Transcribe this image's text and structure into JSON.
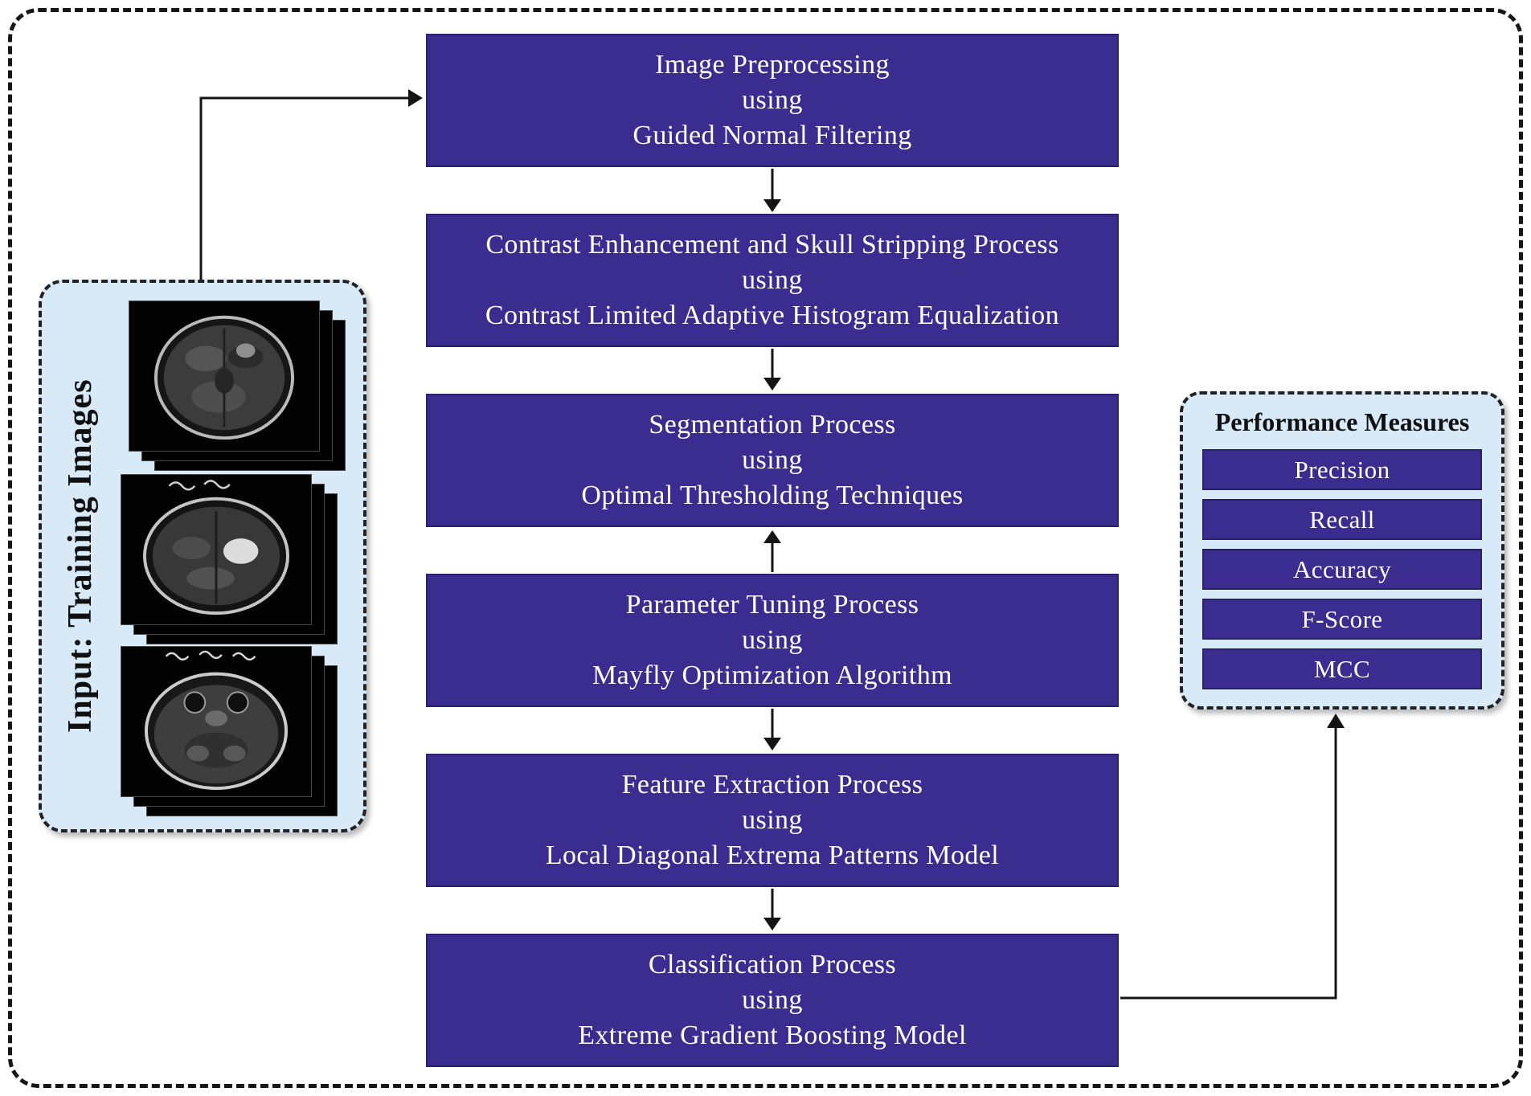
{
  "colors": {
    "process_box_fill": "#3b2c90",
    "process_box_text": "#ffffff",
    "panel_fill": "#d8e9f8",
    "line_color": "#141414"
  },
  "input_panel": {
    "label": "Input: Training Images",
    "images": [
      "brain-mri-scan-1",
      "brain-mri-scan-2",
      "brain-mri-scan-3"
    ]
  },
  "steps": [
    {
      "title": "Image Preprocessing",
      "connector": "using",
      "method": "Guided Normal Filtering"
    },
    {
      "title": "Contrast Enhancement and Skull Stripping Process",
      "connector": "using",
      "method": "Contrast Limited Adaptive Histogram Equalization"
    },
    {
      "title": "Segmentation Process",
      "connector": "using",
      "method": "Optimal Thresholding Techniques"
    },
    {
      "title": "Parameter Tuning Process",
      "connector": "using",
      "method": "Mayfly Optimization Algorithm"
    },
    {
      "title": "Feature Extraction Process",
      "connector": "using",
      "method": "Local Diagonal Extrema Patterns Model"
    },
    {
      "title": "Classification Process",
      "connector": "using",
      "method": "Extreme Gradient Boosting Model"
    }
  ],
  "performance_panel": {
    "title": "Performance Measures",
    "measures": [
      "Precision",
      "Recall",
      "Accuracy",
      "F-Score",
      "MCC"
    ]
  }
}
